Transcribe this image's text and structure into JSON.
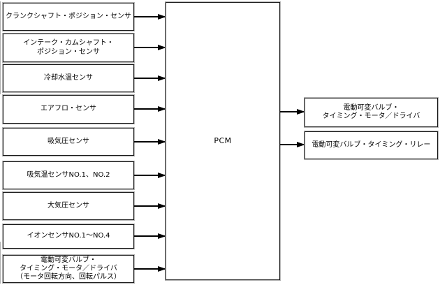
{
  "diagram": {
    "pcm": {
      "label": "PCM"
    },
    "inputs": [
      {
        "label": "クランクシャフト・ポジション・センサ"
      },
      {
        "label": "インテーク・カムシャフト・\nポジション・センサ"
      },
      {
        "label": "冷却水温センサ"
      },
      {
        "label": "エアフロ・センサ"
      },
      {
        "label": "吸気圧センサ"
      },
      {
        "label": "吸気温センサNO.1、NO.2"
      },
      {
        "label": "大気圧センサ"
      },
      {
        "label": "イオンセンサNO.1～NO.4"
      },
      {
        "label": "電動可変バルブ・\nタイミング・モータ／ドライバ\n（モータ回転方向、回転パルス）"
      }
    ],
    "outputs": [
      {
        "label": "電動可変バルブ・\nタイミング・モータ／ドライバ"
      },
      {
        "label": "電動可変バルブ・タイミング・リレー"
      }
    ],
    "colors": {
      "background": "#ffffff",
      "box_border": "#1a1a1a",
      "box_border_outer": "#b0b0b0",
      "arrow": "#000000",
      "text": "#000000"
    }
  }
}
